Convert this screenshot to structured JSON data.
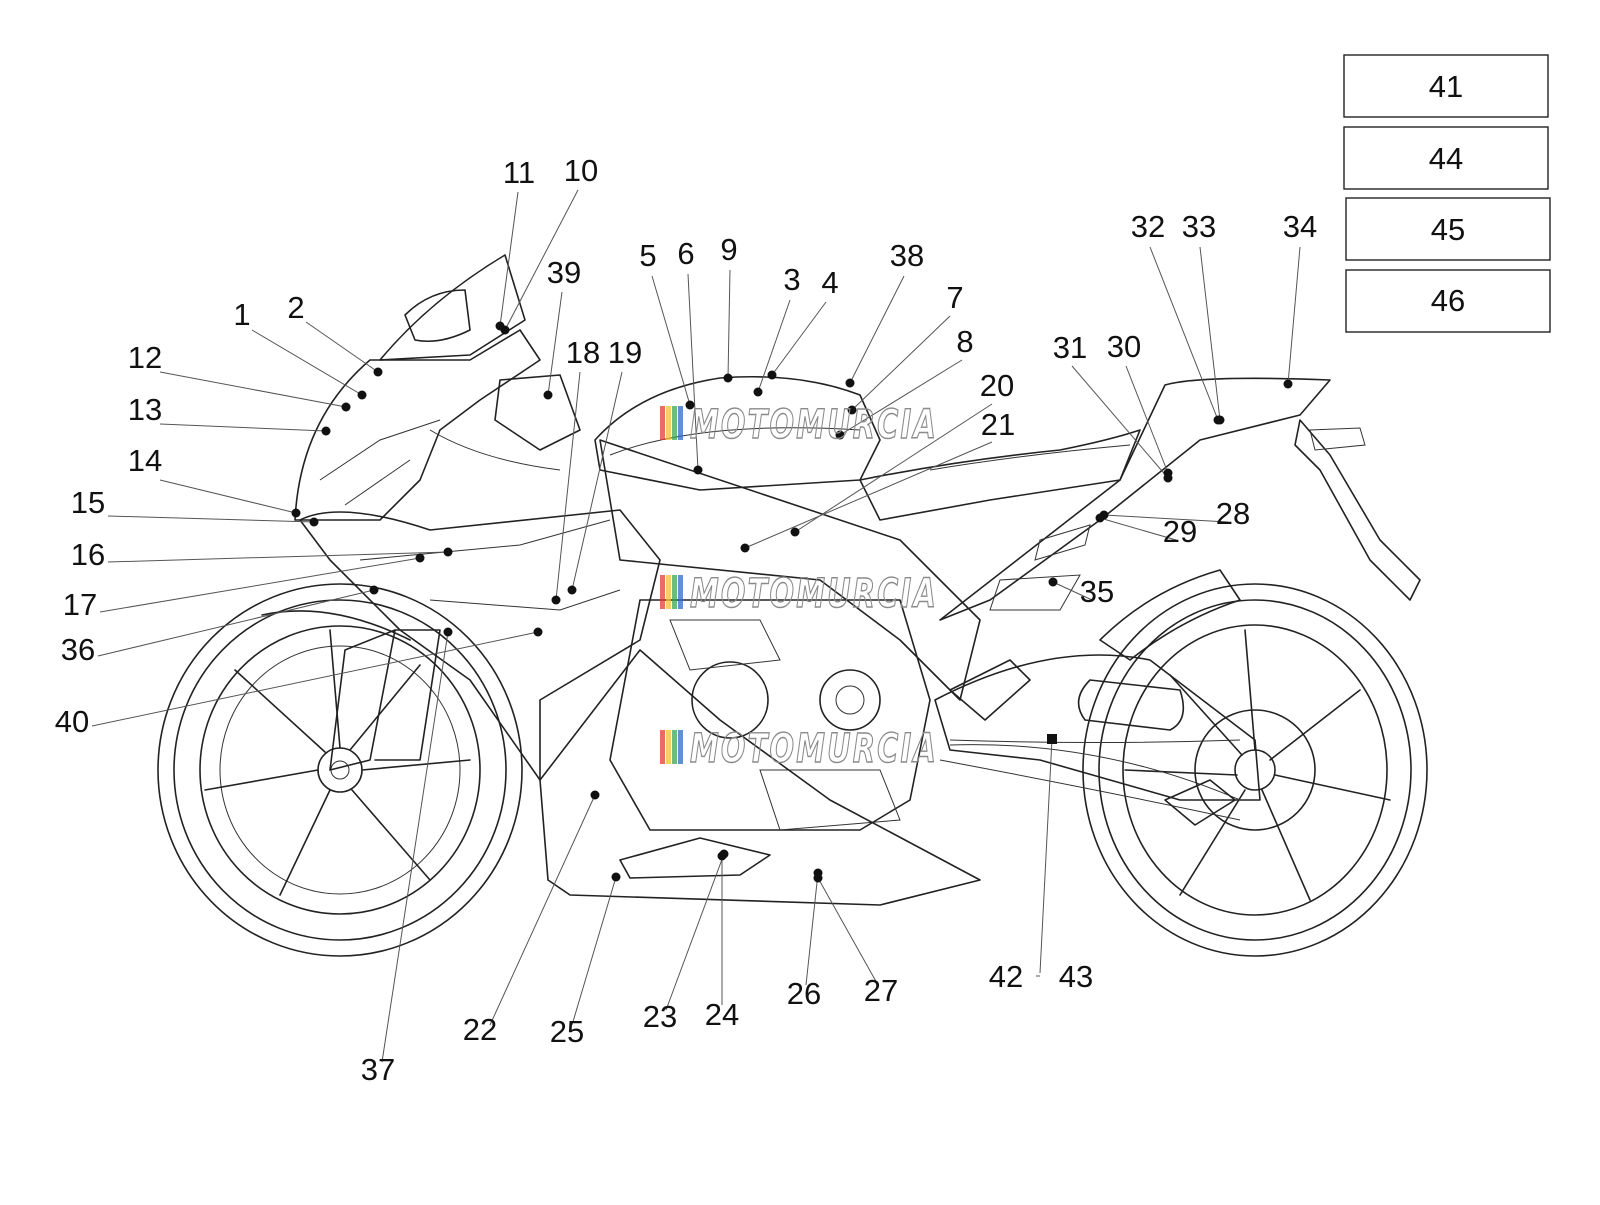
{
  "callout_numbers": [
    "1",
    "2",
    "3",
    "4",
    "5",
    "6",
    "7",
    "8",
    "9",
    "10",
    "11",
    "12",
    "13",
    "14",
    "15",
    "16",
    "17",
    "18",
    "19",
    "20",
    "21",
    "22",
    "23",
    "24",
    "25",
    "26",
    "27",
    "28",
    "29",
    "30",
    "31",
    "32",
    "33",
    "34",
    "35",
    "36",
    "37",
    "38",
    "39",
    "40",
    "42",
    "43"
  ],
  "box_labels": [
    "41",
    "44",
    "45",
    "46"
  ],
  "watermark": {
    "text": "MOTOMURCIA",
    "stripe_colors": [
      "#e63b2e",
      "#f2c230",
      "#3aa655",
      "#2b6cc4"
    ]
  }
}
